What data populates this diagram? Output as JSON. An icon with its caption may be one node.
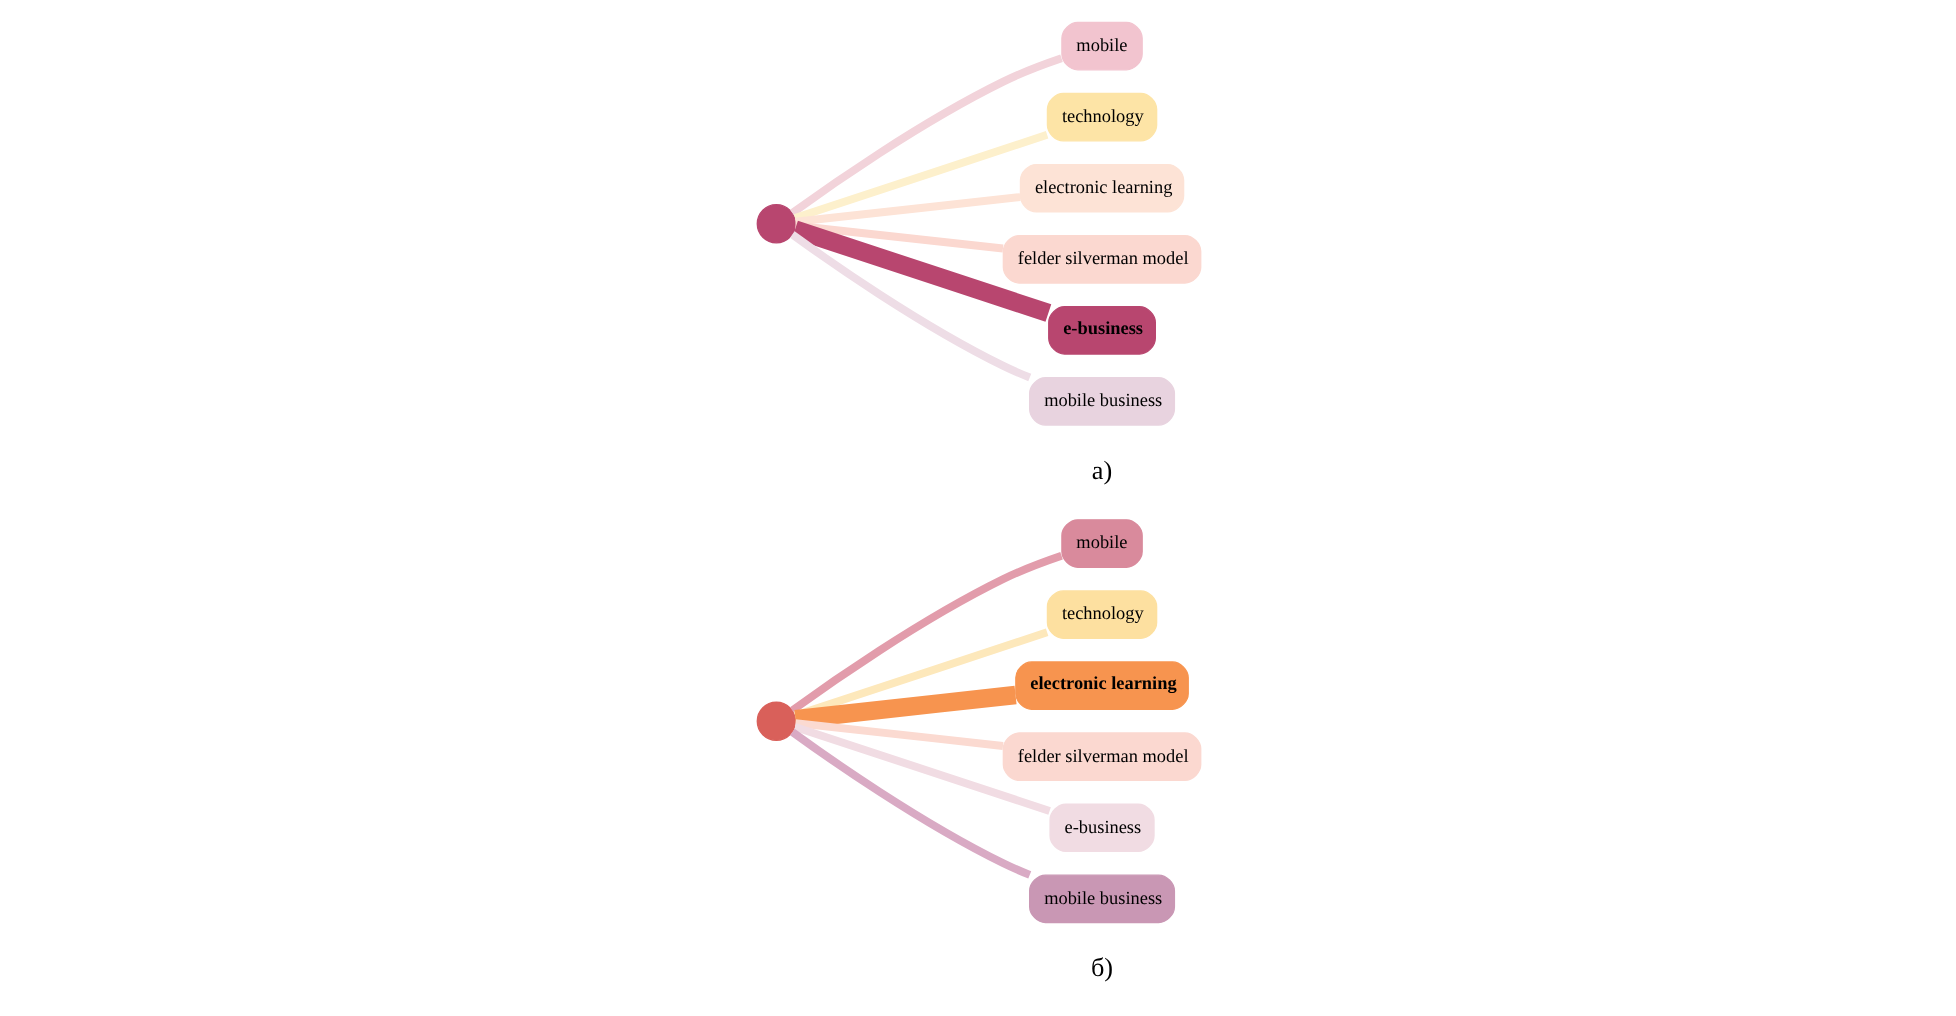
{
  "diagram": {
    "nodes": [
      {
        "text": [],
        "shape": "circle"
      },
      {
        "text": [
          "mobile"
        ]
      },
      {
        "text": [
          "technology"
        ]
      },
      {
        "text": [
          "electronic learning"
        ]
      },
      {
        "text": [
          "felder silverman model"
        ]
      },
      {
        "text": [
          "e-business"
        ]
      },
      {
        "text": [
          "mobile business"
        ]
      },
      {
        "text": [],
        "shape": "circle"
      },
      {
        "text": [
          "mobile"
        ]
      },
      {
        "text": [
          "technology"
        ]
      },
      {
        "text": [
          "electronic learning"
        ]
      },
      {
        "text": [
          "felder silverman model"
        ]
      },
      {
        "text": [
          "e-business"
        ]
      },
      {
        "text": [
          "mobile business"
        ]
      }
    ],
    "edges": [
      {
        "from": 0,
        "to": 1,
        "arrow": "none",
        "color": "#f2d3da"
      },
      {
        "from": 0,
        "to": 2,
        "arrow": "none",
        "color": "#fdf0cc"
      },
      {
        "from": 0,
        "to": 3,
        "arrow": "none",
        "color": "#fde3d6"
      },
      {
        "from": 0,
        "to": 4,
        "arrow": "none",
        "color": "#fbd8d0"
      },
      {
        "from": 0,
        "to": 5,
        "arrow": "none",
        "style": "thick",
        "color": "#b8466f"
      },
      {
        "from": 0,
        "to": 6,
        "arrow": "none",
        "color": "#eedde6"
      },
      {
        "from": 7,
        "to": 8,
        "arrow": "none",
        "color": "#e29cab"
      },
      {
        "from": 7,
        "to": 9,
        "arrow": "none",
        "color": "#fde8bb"
      },
      {
        "from": 7,
        "to": 10,
        "arrow": "none",
        "style": "thick",
        "color": "#f7944f"
      },
      {
        "from": 7,
        "to": 11,
        "arrow": "none",
        "color": "#fbdad1"
      },
      {
        "from": 7,
        "to": 12,
        "arrow": "none",
        "color": "#f1dce3"
      },
      {
        "from": 7,
        "to": 13,
        "arrow": "none",
        "color": "#d9aac4"
      }
    ],
    "labels": [
      "а)",
      "б)"
    ]
  }
}
